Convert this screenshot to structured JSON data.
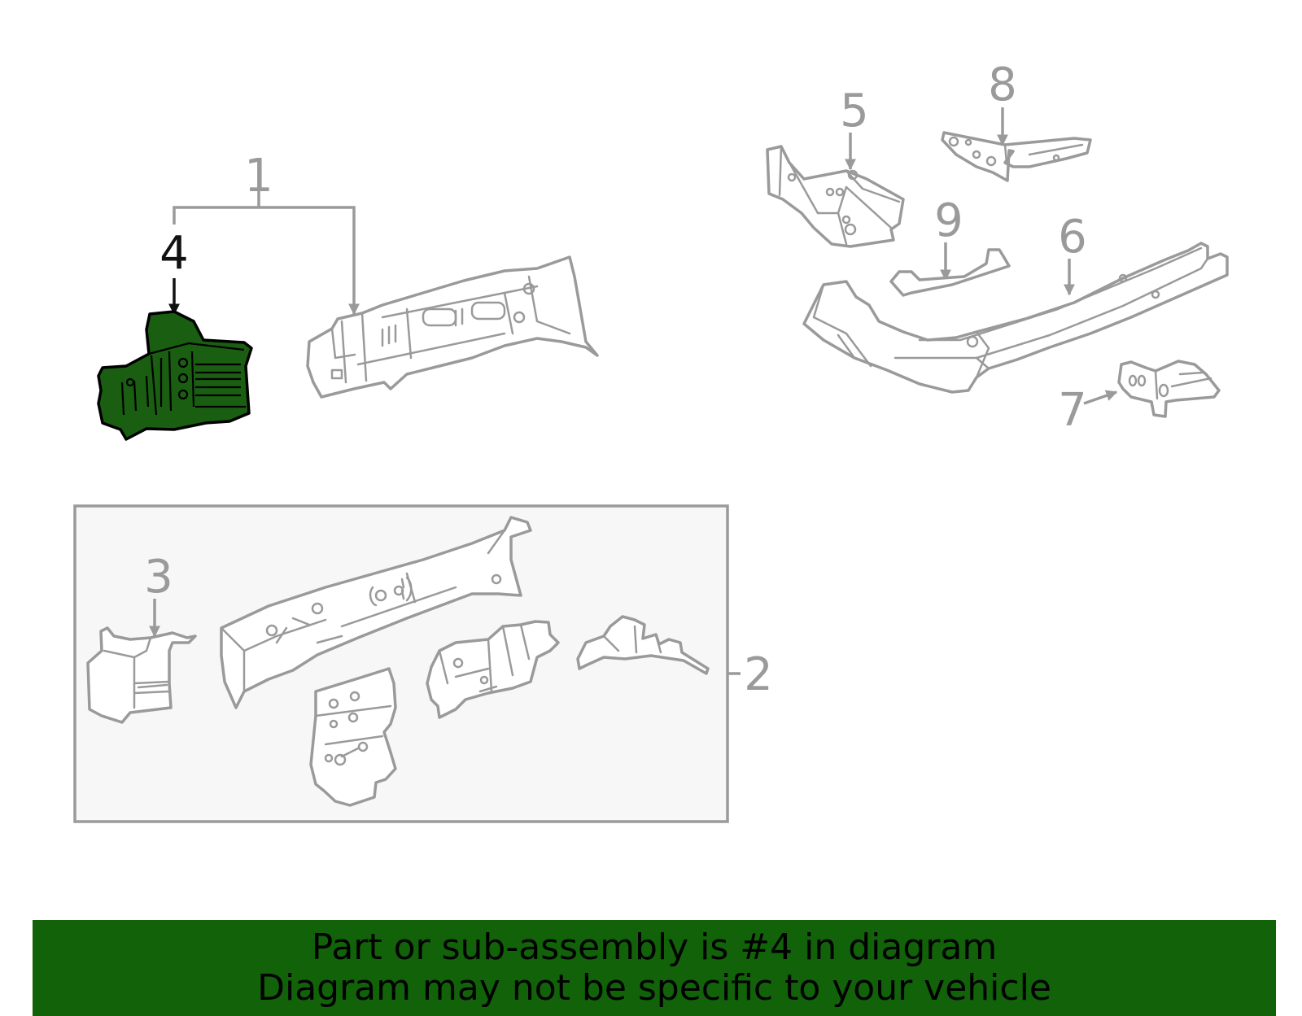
{
  "callouts": {
    "c1": "1",
    "c2": "2",
    "c3": "3",
    "c4": "4",
    "c5": "5",
    "c6": "6",
    "c7": "7",
    "c8": "8",
    "c9": "9"
  },
  "highlighted_part": "4",
  "colors": {
    "highlight_fill": "#1a5e12",
    "part_outline": "#9a9a9a",
    "banner_background": "#116209",
    "inset_background": "#f7f7f7"
  },
  "banner": {
    "line1": "Part or sub-assembly is #4 in diagram",
    "line2": "Diagram may not be specific to your vehicle"
  }
}
